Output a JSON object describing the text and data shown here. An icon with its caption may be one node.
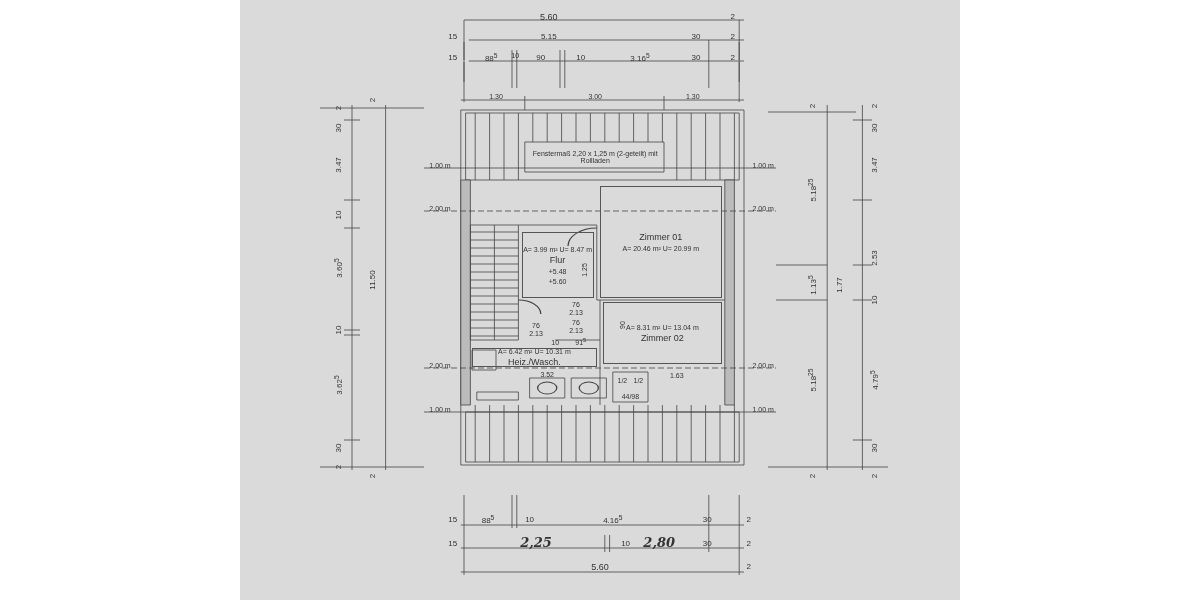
{
  "diagram": {
    "nodes": [
      {
        "text": [
          "Zimmer 01",
          "A= 20.46 m² U= 20.99 m"
        ]
      },
      {
        "text": [
          "A= 3.99 m² U= 8.47 m",
          "Flur",
          "+5.48",
          "+5.60"
        ]
      },
      {
        "text": [
          "A= 8.31 m² U= 13.04 m",
          "Zimmer 02"
        ]
      },
      {
        "text": [
          "A= 6.42 m² U= 10.31 m",
          "Heiz./Wasch."
        ]
      }
    ],
    "edges": [],
    "labels": [
      "5.60",
      "2",
      "15",
      "5.15",
      "30",
      "2",
      "15",
      "88$^{5}$",
      "10",
      "90",
      "10",
      "3.16$^{5}$",
      "30",
      "2",
      "1.30",
      "3.00",
      "1.30",
      "2",
      "30",
      "3.47",
      "10",
      "3.60$^{5}$",
      "10",
      "3.62$^{5}$",
      "30",
      "2",
      "2",
      "11.50",
      "2",
      "2",
      "5.18$^{25}$",
      "1.13$^{5}$",
      "5.18$^{25}$",
      "2",
      "1.77",
      "2",
      "30",
      "3.47",
      "2.53",
      "10",
      "4.79$^{5}$",
      "30",
      "2",
      "Fenstermaß 2,20 x 1,25 m (2-geteilt) mit Rollladen",
      "1.00 m",
      "1.00 m",
      "2.00 m",
      "2.00 m",
      "76",
      "2.13",
      "1.25",
      "76",
      "2.13",
      "90",
      "76",
      "2.13",
      "10",
      "91$^{5}$",
      "2.00 m",
      "2.00 m",
      "3.52",
      "1.63",
      "1/2",
      "1/2",
      "44/98",
      "1.00 m",
      "1.00 m",
      "15",
      "88$^{5}$",
      "10",
      "4.16$^{5}$",
      "30",
      "2",
      "15",
      "2,25",
      "10",
      "2,80",
      "30",
      "2",
      "5.60",
      "2"
    ]
  }
}
